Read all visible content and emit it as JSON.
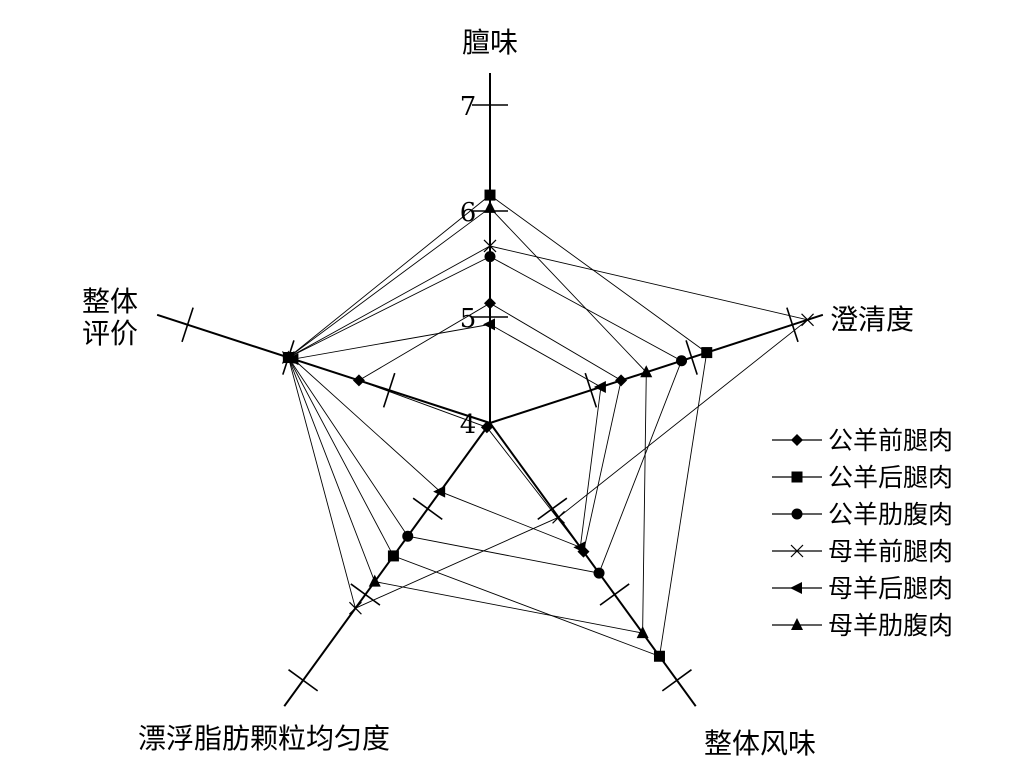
{
  "chart_data": {
    "type": "radar",
    "min": 4,
    "max": 7,
    "tick_values": [
      4,
      5,
      6,
      7
    ],
    "tick_labels": [
      "4",
      "5",
      "6",
      "7"
    ],
    "axes": [
      {
        "label": "膻味"
      },
      {
        "label": "澄清度"
      },
      {
        "label": "整体风味"
      },
      {
        "label": "漂浮脂肪颗粒均匀度"
      },
      {
        "label": "整体\n评价"
      }
    ],
    "legend_position": "right",
    "series": [
      {
        "name": "公羊前腿肉",
        "marker": "diamond",
        "values": [
          5.13,
          5.3,
          5.5,
          4.05,
          5.3
        ]
      },
      {
        "name": "公羊后腿肉",
        "marker": "square",
        "values": [
          6.15,
          6.15,
          6.72,
          5.55,
          6.0
        ]
      },
      {
        "name": "公羊肋腹肉",
        "marker": "circle",
        "values": [
          5.57,
          5.9,
          5.75,
          5.32,
          6.0
        ]
      },
      {
        "name": "母羊前腿肉",
        "marker": "cross",
        "values": [
          5.67,
          7.15,
          5.1,
          6.16,
          6.0
        ]
      },
      {
        "name": "母羊后腿肉",
        "marker": "triangle-left",
        "values": [
          4.93,
          5.1,
          5.45,
          4.8,
          5.95
        ]
      },
      {
        "name": "母羊肋腹肉",
        "marker": "triangle-up",
        "values": [
          6.03,
          5.55,
          6.45,
          5.85,
          6.0
        ]
      }
    ]
  }
}
